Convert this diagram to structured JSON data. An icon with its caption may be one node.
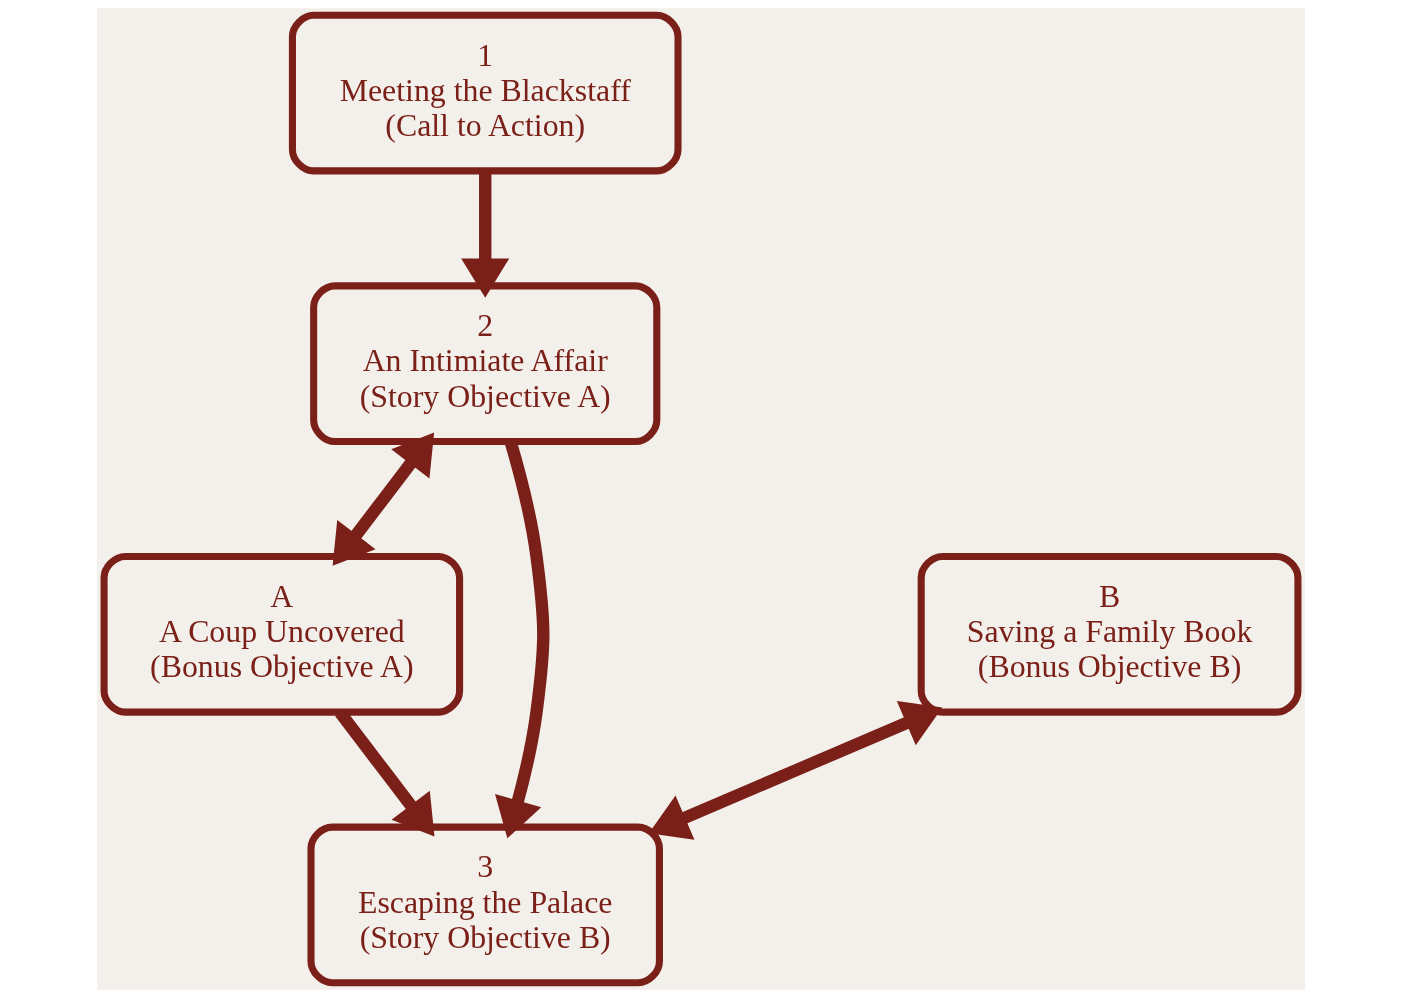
{
  "diagram": {
    "nodes": [
      {
        "text": [
          "1",
          "Meeting the Blackstaff",
          "(Call to Action)"
        ]
      },
      {
        "text": [
          "2",
          "An Intimiate Affair",
          "(Story Objective A)"
        ]
      },
      {
        "text": [
          "A",
          "A Coup Uncovered",
          "(Bonus Objective A)"
        ]
      },
      {
        "text": [
          "B",
          "Saving a Family Book",
          "(Bonus Objective B)"
        ]
      },
      {
        "text": [
          "3",
          "Escaping the Palace",
          "(Story Objective B)"
        ]
      }
    ],
    "edges": [
      {
        "from": 0,
        "to": 1,
        "arrow": "to"
      },
      {
        "from": 1,
        "to": 2,
        "arrow": "both"
      },
      {
        "from": 1,
        "to": 4,
        "arrow": "to"
      },
      {
        "from": 2,
        "to": 4,
        "arrow": "to"
      },
      {
        "from": 4,
        "to": 3,
        "arrow": "both"
      }
    ]
  }
}
